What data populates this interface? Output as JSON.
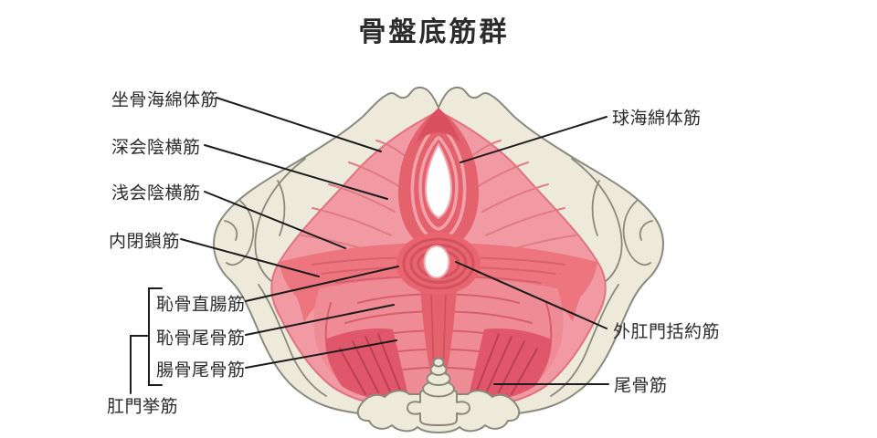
{
  "title": "骨盤底筋群",
  "labels": [
    {
      "id": "ischiocavernosus",
      "text": "坐骨海綿体筋"
    },
    {
      "id": "deep-transverse-perineal",
      "text": "深会陰横筋"
    },
    {
      "id": "superficial-transverse-perineal",
      "text": "浅会陰横筋"
    },
    {
      "id": "obturator-internus",
      "text": "内閉鎖筋"
    },
    {
      "id": "puborectalis",
      "text": "恥骨直腸筋"
    },
    {
      "id": "pubococcygeus",
      "text": "恥骨尾骨筋"
    },
    {
      "id": "iliococcygeus",
      "text": "腸骨尾骨筋"
    },
    {
      "id": "levator-ani",
      "text": "肛門挙筋"
    },
    {
      "id": "bulbocavernosus",
      "text": "球海綿体筋"
    },
    {
      "id": "external-anal-sphincter",
      "text": "外肛門括約筋"
    },
    {
      "id": "coccygeus",
      "text": "尾骨筋"
    }
  ],
  "colors": {
    "background": "#ffffff",
    "bone_fill": "#edeadc",
    "bone_outline": "#8a8a7c",
    "muscle_light": "#f29aa3",
    "muscle_mid": "#ec7580",
    "muscle_deep": "#e4626e",
    "muscle_dark": "#d94f5f",
    "coccygeus_fill": "#e0566a",
    "opening_fill": "#ffffff",
    "leader_line": "#1c1c1c",
    "text": "#2b2b2b"
  }
}
